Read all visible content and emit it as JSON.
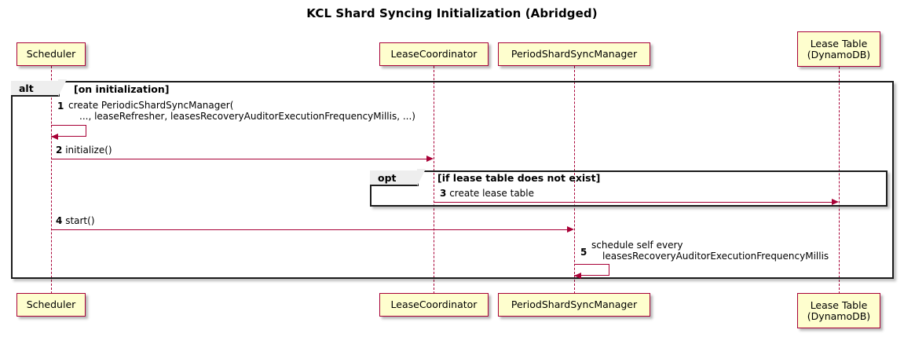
{
  "diagram": {
    "title": "KCL Shard Syncing Initialization (Abridged)",
    "type": "sequence-diagram",
    "colors": {
      "participant_fill": "#FEFECE",
      "participant_border": "#A80036",
      "arrow": "#A80036",
      "frame_border": "#1B1B1B",
      "frame_tab_fill": "#EEEEEE",
      "background": "#FFFFFF"
    }
  },
  "participants": [
    {
      "id": "scheduler",
      "label": "Scheduler",
      "lines": [
        "Scheduler"
      ]
    },
    {
      "id": "leasecoordinator",
      "label": "LeaseCoordinator",
      "lines": [
        "LeaseCoordinator"
      ]
    },
    {
      "id": "periodshardsyncmanager",
      "label": "PeriodShardSyncManager",
      "lines": [
        "PeriodShardSyncManager"
      ]
    },
    {
      "id": "leasetable",
      "label": "Lease Table (DynamoDB)",
      "lines": [
        "Lease Table",
        "(DynamoDB)"
      ]
    }
  ],
  "frames": [
    {
      "id": "alt-frame",
      "kind": "alt",
      "condition": "[on initialization]"
    },
    {
      "id": "opt-frame",
      "kind": "opt",
      "condition": "[if lease table does not exist]"
    }
  ],
  "messages": [
    {
      "number": "1",
      "from": "scheduler",
      "to": "scheduler",
      "kind": "self-call",
      "lines": [
        "create PeriodicShardSyncManager(",
        "..., leaseRefresher, leasesRecoveryAuditorExecutionFrequencyMillis, ...)"
      ]
    },
    {
      "number": "2",
      "from": "scheduler",
      "to": "leasecoordinator",
      "kind": "call",
      "lines": [
        "initialize()"
      ]
    },
    {
      "number": "3",
      "from": "leasecoordinator",
      "to": "leasetable",
      "kind": "call",
      "lines": [
        "create lease table"
      ]
    },
    {
      "number": "4",
      "from": "scheduler",
      "to": "periodshardsyncmanager",
      "kind": "call",
      "lines": [
        "start()"
      ]
    },
    {
      "number": "5",
      "from": "periodshardsyncmanager",
      "to": "periodshardsyncmanager",
      "kind": "self-call",
      "lines": [
        "schedule self every",
        "leasesRecoveryAuditorExecutionFrequencyMillis"
      ]
    }
  ]
}
